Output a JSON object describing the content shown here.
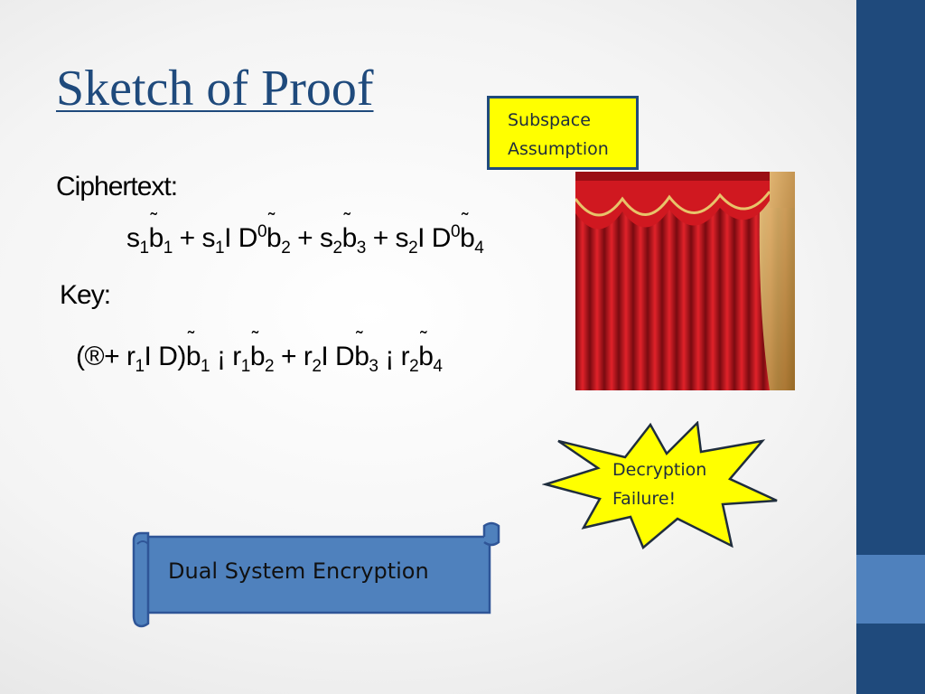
{
  "slide": {
    "title": "Sketch of Proof",
    "ciphertext_label": "Ciphertext:",
    "key_label": "Key:",
    "ciphertext_formula": {
      "t1": "s",
      "t1s": "1",
      "t2": "b",
      "t2s": "1",
      "t3": " + s",
      "t3s": "1",
      "t4": "I D",
      "t4sup": "0",
      "t5": "b",
      "t5s": "2",
      "t6": " + s",
      "t6s": "2",
      "t7": "b",
      "t7s": "3",
      "t8": " + s",
      "t8s": "2",
      "t9": "I D",
      "t9sup": "0",
      "t10": "b",
      "t10s": "4"
    },
    "key_formula": {
      "t1": "(®+ r",
      "t1s": "1",
      "t2": "I D)",
      "t3": "b",
      "t3s": "1",
      "t4": " ¡ r",
      "t4s": "1",
      "t5": "b",
      "t5s": "2",
      "t6": " + r",
      "t6s": "2",
      "t7": "I D",
      "t8": "b",
      "t8s": "3",
      "t9": " ¡ r",
      "t9s": "2",
      "t10": "b",
      "t10s": "4"
    },
    "subspace_box": {
      "line1": "Subspace",
      "line2": "Assumption"
    },
    "decryption_burst": {
      "line1": "Decryption",
      "line2": "Failure!"
    },
    "scroll_banner": {
      "label": "Dual System Encryption"
    },
    "colors": {
      "title": "#1f4a7c",
      "sidebar": "#1f4a7c",
      "sidebar_accent": "#4f81bd",
      "note_fill": "#ffff00",
      "scroll_fill": "#4f81bd",
      "curtain": "#c8141c"
    },
    "images": {
      "curtain": "red-theater-curtain"
    }
  }
}
